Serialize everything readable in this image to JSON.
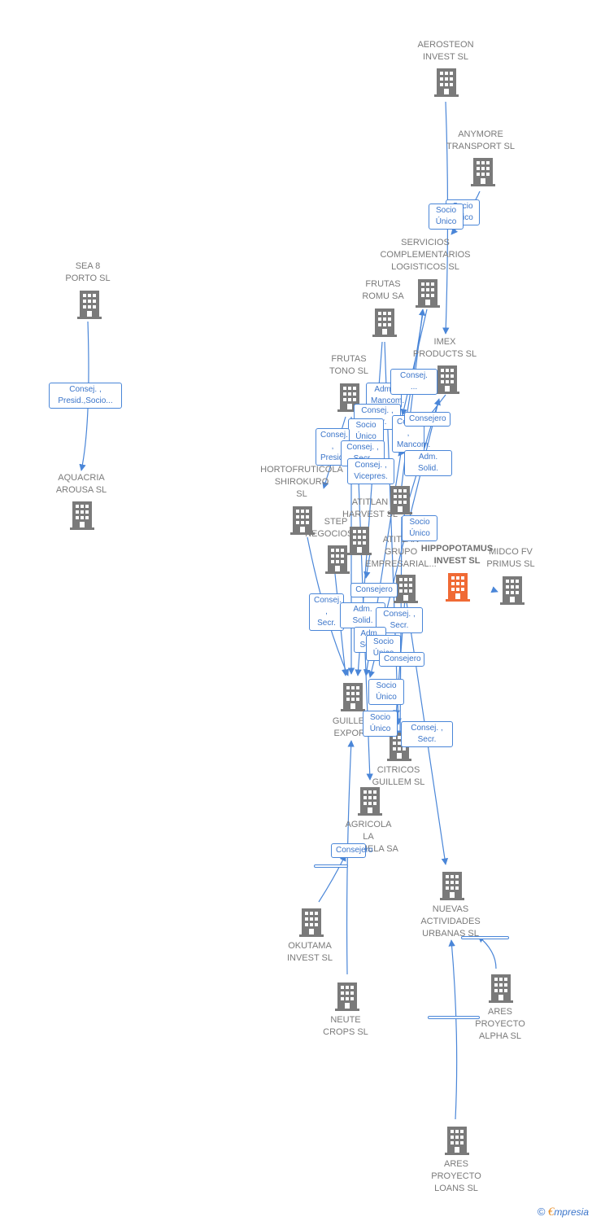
{
  "colors": {
    "building": "#7a7a7a",
    "focus_building": "#f06a35",
    "edge": "#4a86d8",
    "badge_text": "#3a74c9"
  },
  "nodes": [
    {
      "id": "aerosteon",
      "label": "AEROSTEON\nINVEST SL",
      "icon": "building-icon"
    },
    {
      "id": "anymore",
      "label": "ANYMORE\nTRANSPORT SL",
      "icon": "building-icon"
    },
    {
      "id": "servicios",
      "label": "SERVICIOS\nCOMPLEMENTARIOS\nLOGISTICOS SL",
      "icon": "building-icon"
    },
    {
      "id": "sea8",
      "label": "SEA 8\nPORTO SL",
      "icon": "building-icon"
    },
    {
      "id": "frutas_romu",
      "label": "FRUTAS\nROMU SA",
      "icon": "building-icon"
    },
    {
      "id": "imex",
      "label": "IMEX\nPRODUCTS SL",
      "icon": "building-icon"
    },
    {
      "id": "frutas_tono",
      "label": "FRUTAS\nTONO SL",
      "icon": "building-icon"
    },
    {
      "id": "aquacria",
      "label": "AQUACRIA\nAROUSA SL",
      "icon": "building-icon"
    },
    {
      "id": "hortofruticola",
      "label": "HORTOFRUTICOLA\nSHIROKURO\nSL",
      "icon": "building-icon"
    },
    {
      "id": "atitlan_harvest",
      "label": "ATITLAN\nHARVEST SL",
      "icon": "building-icon"
    },
    {
      "id": "step",
      "label": "STEP\nNEGOCIOS SL",
      "icon": "building-icon"
    },
    {
      "id": "atitlan_grupo",
      "label": "ATITLAN\nGRUPO\nEMPRESARIAL...",
      "icon": "building-icon"
    },
    {
      "id": "hippopotamus",
      "label": "HIPPOPOTAMUS\nINVEST SL",
      "icon": "building-icon",
      "focus": true
    },
    {
      "id": "midco",
      "label": "MIDCO FV\nPRIMUS SL",
      "icon": "building-icon"
    },
    {
      "id": "guillem_export",
      "label": "GUILLEM\nEXPORT",
      "icon": "building-icon"
    },
    {
      "id": "citricos",
      "label": "CITRICOS\nGUILLEM SL",
      "icon": "building-icon"
    },
    {
      "id": "agricola",
      "label": "AGRICOLA\nLA\nVALDUELA SA",
      "icon": "building-icon"
    },
    {
      "id": "nuevas",
      "label": "NUEVAS\nACTIVIDADES\nURBANAS SL",
      "icon": "building-icon"
    },
    {
      "id": "okutama",
      "label": "OKUTAMA\nINVEST SL",
      "icon": "building-icon"
    },
    {
      "id": "ares_alpha",
      "label": "ARES\nPROYECTO\nALPHA SL",
      "icon": "building-icon"
    },
    {
      "id": "neute",
      "label": "NEUTE\nCROPS SL",
      "icon": "building-icon"
    },
    {
      "id": "ares_loans",
      "label": "ARES\nPROYECTO\nLOANS SL",
      "icon": "building-icon"
    }
  ],
  "relations": [
    "Socio\nÚnico",
    "Socio\nÚnico",
    "Consej. ,\nPresid.,Socio...",
    "Adm.\nMancom.",
    "Consej.\n...",
    "Consej. ,\nSecr.",
    "Consej. ,\nMancom.",
    "Socio\nÚnico",
    "Consejero",
    "Consej. ,\nPresid.",
    "Consej. ,\nSecr.",
    "Adm.\nSolid.",
    "Consej. ,\nVicepres.",
    "Socio\nÚnico",
    "Consejero",
    "Consej. ,\nSecr.",
    "Adm.\nSolid.",
    "Consej. ,\nSecr.",
    "Adm.\nSolid.",
    "Socio\nÚnico",
    "Consejero",
    "Socio\nÚnico",
    "Socio\nÚnico",
    "Consej. ,\nSecr.",
    "Consejero"
  ],
  "brand": {
    "copyright": "©",
    "initial": "€",
    "name": "mpresia"
  }
}
